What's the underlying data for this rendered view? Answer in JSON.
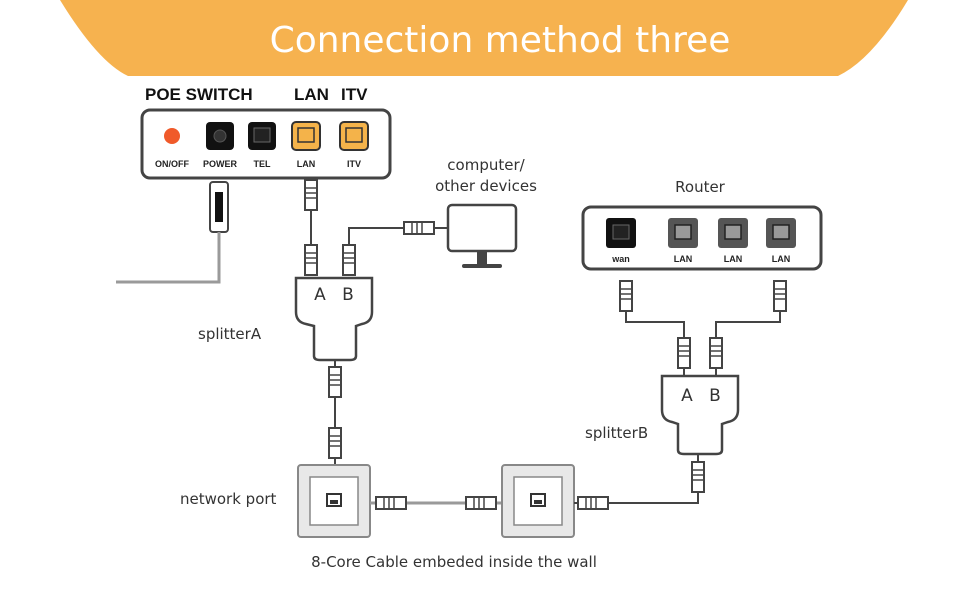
{
  "title": "Connection method three",
  "colors": {
    "banner": "#f6b24f",
    "port_orange": "#f4b34a",
    "power_led": "#f05a2a",
    "line": "#444444",
    "cable": "#9a9a9a"
  },
  "poe_switch": {
    "name": "POE SWITCH",
    "top_labels": [
      "LAN",
      "ITV"
    ],
    "ports": [
      "ON/OFF",
      "POWER",
      "TEL",
      "LAN",
      "ITV"
    ]
  },
  "computer": {
    "line1": "computer/",
    "line2": "other devices"
  },
  "router": {
    "name": "Router",
    "ports": [
      "wan",
      "LAN",
      "LAN",
      "LAN"
    ]
  },
  "splitter_a": {
    "name": "splitterA",
    "port_a": "A",
    "port_b": "B"
  },
  "splitter_b": {
    "name": "splitterB",
    "port_a": "A",
    "port_b": "B"
  },
  "network_port": "network port",
  "caption": "8-Core Cable embeded inside the wall",
  "icons": [
    "power-led-icon",
    "power-jack-icon",
    "rj-port-icon",
    "monitor-icon",
    "wall-socket-icon",
    "rj45-plug-icon"
  ]
}
